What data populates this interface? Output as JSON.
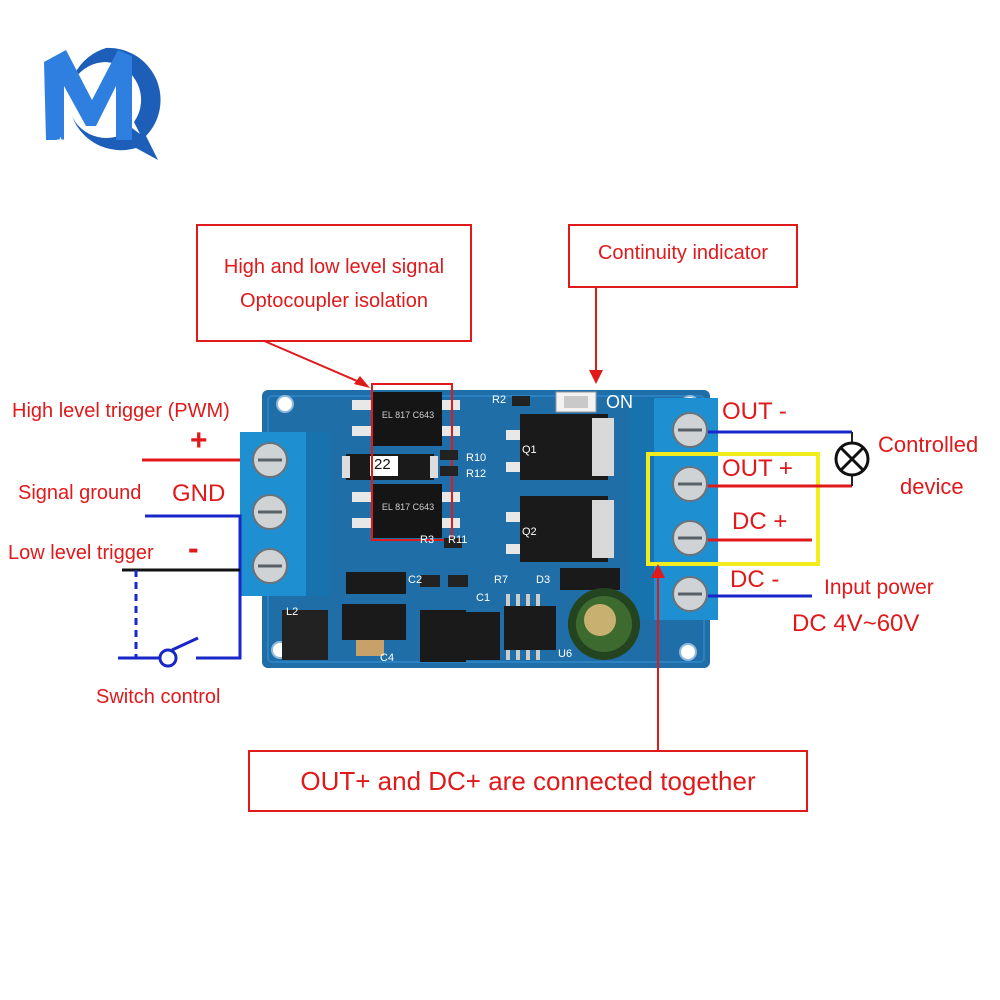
{
  "logo": {
    "letters": "MQ"
  },
  "callouts": {
    "optocoupler_line1": "High and low level signal",
    "optocoupler_line2": "Optocoupler isolation",
    "indicator": "Continuity indicator",
    "connected": "OUT+ and DC+ are connected together"
  },
  "left_labels": {
    "high_trigger": "High level trigger (PWM)",
    "plus": "+",
    "signal_ground": "Signal ground",
    "gnd": "GND",
    "low_trigger": "Low level trigger",
    "minus": "-",
    "switch_control": "Switch control"
  },
  "right_labels": {
    "out_minus": "OUT -",
    "out_plus": "OUT +",
    "dc_plus": "DC +",
    "dc_minus": "DC -",
    "controlled_line1": "Controlled",
    "controlled_line2": "device",
    "input_power": "Input power",
    "input_range": "DC 4V~60V"
  },
  "board": {
    "on_label": "ON",
    "r2": "R2",
    "r10": "R10",
    "r12": "R12",
    "r11": "R11",
    "r3": "R3",
    "r7": "R7",
    "c2": "C2",
    "c1": "C1",
    "c4": "C4",
    "d3": "D3",
    "l2": "L2",
    "u6": "U6",
    "q1": "Q1",
    "q2": "Q2",
    "opto_mark": "EL 817 C643",
    "chip_22": "22"
  },
  "colors": {
    "red": "#e0191b",
    "board": "#1f6ea8",
    "terminal": "#1e8fd0",
    "wire_blue": "#1a27c8",
    "highlight": "#f2ec1c"
  }
}
